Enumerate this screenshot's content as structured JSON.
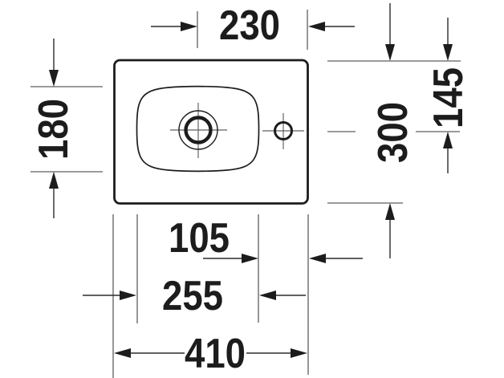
{
  "figure": {
    "type": "technical-dimension-drawing",
    "subject": "washbasin-plan-view",
    "dimension_labels": {
      "drain_to_right_edge": "230",
      "bowl_depth": "180",
      "overall_depth": "300",
      "top_edge_to_faucet": "145",
      "bowl_to_right_edge": "105",
      "bowl_width": "255",
      "overall_width": "410"
    },
    "colors": {
      "ink": "#1c1c1c",
      "thin_line": "#5f5f5f",
      "background": "#ffffff"
    }
  }
}
